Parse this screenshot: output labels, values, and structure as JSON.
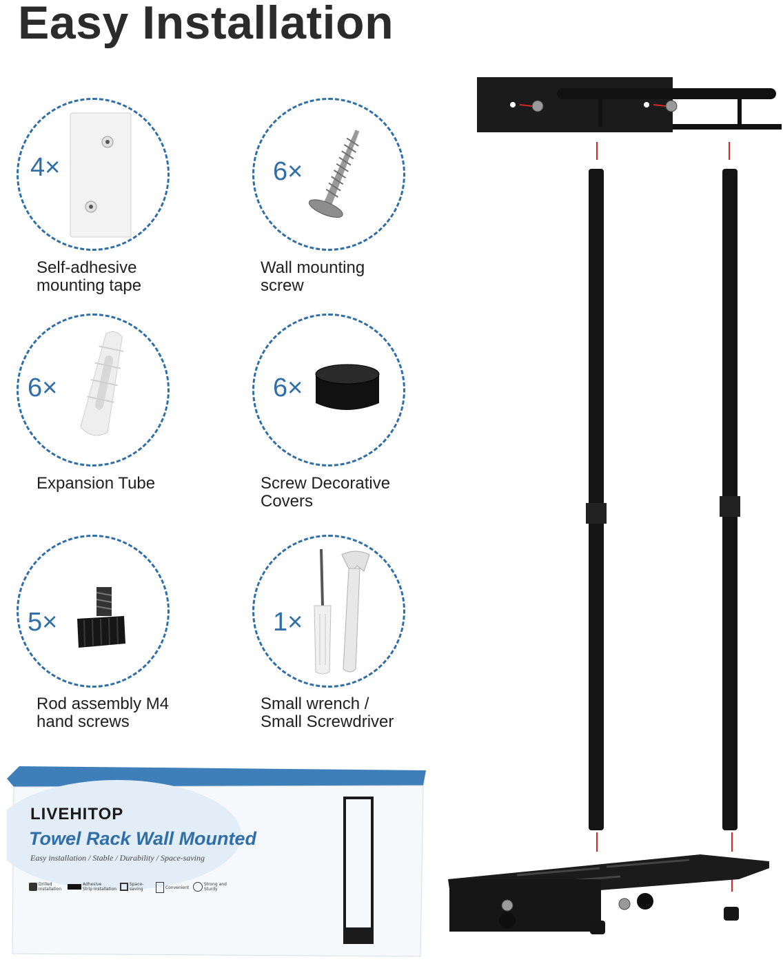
{
  "title": "Easy Installation",
  "accent_color": "#2f6ea6",
  "parts": [
    {
      "qty": "4×",
      "label_line1": "Self-adhesive",
      "label_line2": "mounting tape",
      "icon": "adhesive-tape-icon"
    },
    {
      "qty": "6×",
      "label_line1": "Wall mounting",
      "label_line2": "screw",
      "icon": "wall-screw-icon"
    },
    {
      "qty": "6×",
      "label_line1": "Expansion Tube",
      "label_line2": "",
      "icon": "expansion-tube-icon"
    },
    {
      "qty": "6×",
      "label_line1": "Screw Decorative",
      "label_line2": "Covers",
      "icon": "screw-cover-icon"
    },
    {
      "qty": "5×",
      "label_line1": "Rod assembly M4",
      "label_line2": "hand screws",
      "icon": "hand-screw-icon"
    },
    {
      "qty": "1×",
      "label_line1": "Small wrench /",
      "label_line2": "Small Screwdriver",
      "icon": "wrench-screwdriver-icon"
    }
  ],
  "package": {
    "brand": "LIVEHITOP",
    "product": "Towel Rack Wall Mounted",
    "tagline": "Easy installation / Stable / Durability / Space-saving",
    "features": [
      {
        "l1": "Drilled",
        "l2": "Installation"
      },
      {
        "l1": "Adhesive",
        "l2": "Strip Installation"
      },
      {
        "l1": "Space-",
        "l2": "saving"
      },
      {
        "l1": "Convenient",
        "l2": ""
      },
      {
        "l1": "Strong and",
        "l2": "Sturdy"
      }
    ]
  }
}
